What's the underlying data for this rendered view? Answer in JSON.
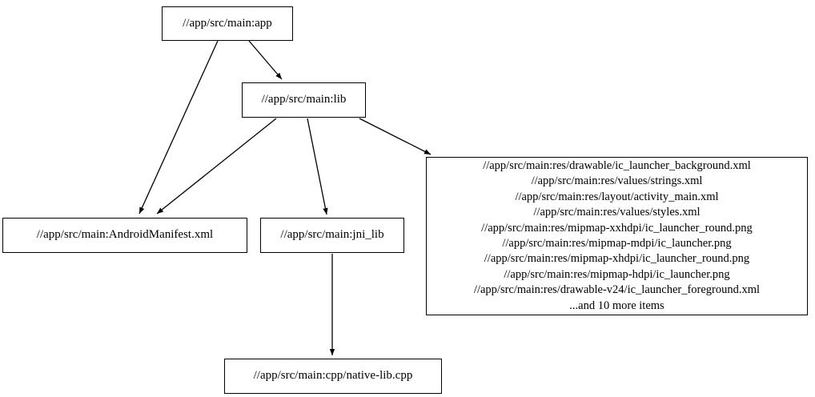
{
  "graph": {
    "type": "dependency-graph",
    "direction": "top-down",
    "background_color": "#ffffff",
    "node_fill_color": "#ffffff",
    "node_border_color": "#000000",
    "edge_color": "#000000",
    "nodes": [
      {
        "id": "app",
        "label": "//app/src/main:app"
      },
      {
        "id": "lib",
        "label": "//app/src/main:lib"
      },
      {
        "id": "manifest",
        "label": "//app/src/main:AndroidManifest.xml"
      },
      {
        "id": "jni",
        "label": "//app/src/main:jni_lib"
      },
      {
        "id": "cpp",
        "label": "//app/src/main:cpp/native-lib.cpp"
      },
      {
        "id": "res",
        "label": "//app/src/main:res/drawable/ic_launcher_background.xml\n//app/src/main:res/values/strings.xml\n//app/src/main:res/layout/activity_main.xml\n//app/src/main:res/values/styles.xml\n//app/src/main:res/mipmap-xxhdpi/ic_launcher_round.png\n//app/src/main:res/mipmap-mdpi/ic_launcher.png\n//app/src/main:res/mipmap-xhdpi/ic_launcher_round.png\n//app/src/main:res/mipmap-hdpi/ic_launcher.png\n//app/src/main:res/drawable-v24/ic_launcher_foreground.xml\n...and 10 more items",
        "lines": [
          "//app/src/main:res/drawable/ic_launcher_background.xml",
          "//app/src/main:res/values/strings.xml",
          "//app/src/main:res/layout/activity_main.xml",
          "//app/src/main:res/values/styles.xml",
          "//app/src/main:res/mipmap-xxhdpi/ic_launcher_round.png",
          "//app/src/main:res/mipmap-mdpi/ic_launcher.png",
          "//app/src/main:res/mipmap-xhdpi/ic_launcher_round.png",
          "//app/src/main:res/mipmap-hdpi/ic_launcher.png",
          "//app/src/main:res/drawable-v24/ic_launcher_foreground.xml",
          "...and 10 more items"
        ],
        "overflow_note": "...and 10 more items",
        "overflow_count": 10
      }
    ],
    "edges": [
      {
        "from": "app",
        "to": "manifest"
      },
      {
        "from": "app",
        "to": "lib"
      },
      {
        "from": "lib",
        "to": "manifest"
      },
      {
        "from": "lib",
        "to": "jni"
      },
      {
        "from": "lib",
        "to": "res"
      },
      {
        "from": "jni",
        "to": "cpp"
      }
    ]
  }
}
